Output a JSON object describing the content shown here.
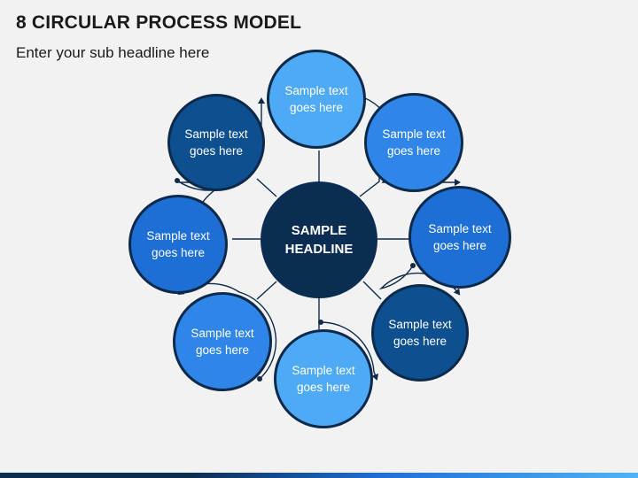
{
  "title": "8 CIRCULAR PROCESS MODEL",
  "subtitle": "Enter your sub headline here",
  "center": {
    "label_line1": "SAMPLE",
    "label_line2": "HEADLINE"
  },
  "nodes": [
    {
      "line1": "Sample text",
      "line2": "goes here",
      "color": "#4faaf5"
    },
    {
      "line1": "Sample text",
      "line2": "goes here",
      "color": "#2f86e8"
    },
    {
      "line1": "Sample text",
      "line2": "goes here",
      "color": "#1d6fd6"
    },
    {
      "line1": "Sample text",
      "line2": "goes here",
      "color": "#0d4f8f"
    },
    {
      "line1": "Sample text",
      "line2": "goes here",
      "color": "#4faaf5"
    },
    {
      "line1": "Sample text",
      "line2": "goes here",
      "color": "#2f86e8"
    },
    {
      "line1": "Sample text",
      "line2": "goes here",
      "color": "#1d6fd6"
    },
    {
      "line1": "Sample text",
      "line2": "goes here",
      "color": "#0d4f8f"
    }
  ],
  "colors": {
    "center": "#0b2d52",
    "connector": "#0d2a4a",
    "background": "#f2f2f2"
  }
}
